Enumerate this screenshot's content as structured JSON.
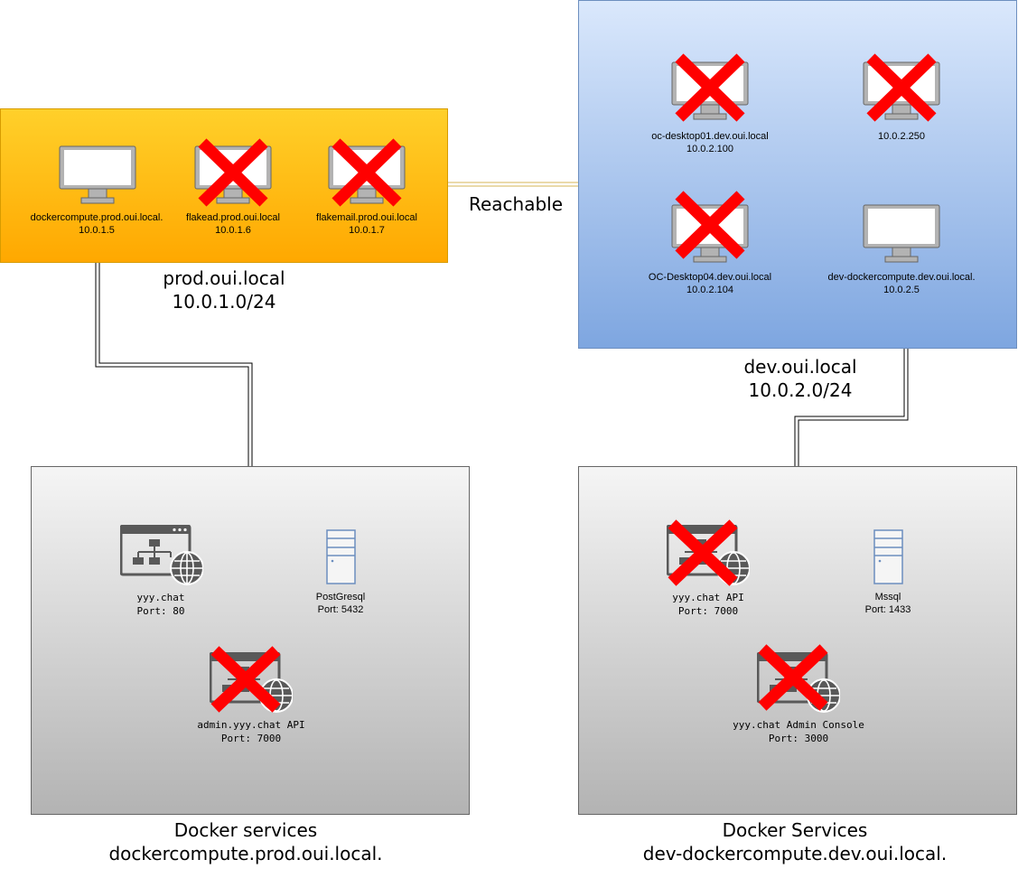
{
  "networks": {
    "prod": {
      "name": "prod.oui.local",
      "cidr": "10.0.1.0/24",
      "hosts": [
        {
          "name": "dockercompute.prod.oui.local.",
          "ip": "10.0.1.5",
          "status": "up"
        },
        {
          "name": "flakead.prod.oui.local",
          "ip": "10.0.1.6",
          "status": "down"
        },
        {
          "name": "flakemail.prod.oui.local",
          "ip": "10.0.1.7",
          "status": "down"
        }
      ]
    },
    "dev": {
      "name": "dev.oui.local",
      "cidr": "10.0.2.0/24",
      "hosts": [
        {
          "name": "oc-desktop01.dev.oui.local",
          "ip": "10.0.2.100",
          "status": "down"
        },
        {
          "name": "",
          "ip": "10.0.2.250",
          "status": "down"
        },
        {
          "name": "OC-Desktop04.dev.oui.local",
          "ip": "10.0.2.104",
          "status": "down"
        },
        {
          "name": "dev-dockercompute.dev.oui.local.",
          "ip": "10.0.2.5",
          "status": "up"
        }
      ]
    }
  },
  "link_label": "Reachable",
  "docker": {
    "prod": {
      "title": "Docker services",
      "host": "dockercompute.prod.oui.local.",
      "services": [
        {
          "name": "yyy.chat",
          "port": "Port: 80",
          "status": "up",
          "kind": "web-app-icon"
        },
        {
          "name": "PostGresql",
          "port": "Port: 5432",
          "status": "up",
          "kind": "server-icon"
        },
        {
          "name": "admin.yyy.chat API",
          "port": "Port: 7000",
          "status": "down",
          "kind": "web-app-icon"
        }
      ]
    },
    "dev": {
      "title": "Docker Services",
      "host": "dev-dockercompute.dev.oui.local.",
      "services": [
        {
          "name": "yyy.chat API",
          "port": "Port: 7000",
          "status": "down",
          "kind": "web-app-icon"
        },
        {
          "name": "Mssql",
          "port": "Port: 1433",
          "status": "up",
          "kind": "server-icon"
        },
        {
          "name": "yyy.chat Admin Console",
          "port": "Port: 3000",
          "status": "down",
          "kind": "web-app-icon"
        }
      ]
    }
  },
  "colors": {
    "prod_fill_top": "#ffd02a",
    "prod_fill_bottom": "#ffa800",
    "dev_fill_top": "#dae8fc",
    "dev_fill_bottom": "#7ea6e0",
    "docker_fill_top": "#f5f5f5",
    "docker_fill_bottom": "#b3b3b3",
    "down_marker": "#ff0000",
    "icon_gray": "#595959",
    "server_blue": "#6c8ebf"
  }
}
